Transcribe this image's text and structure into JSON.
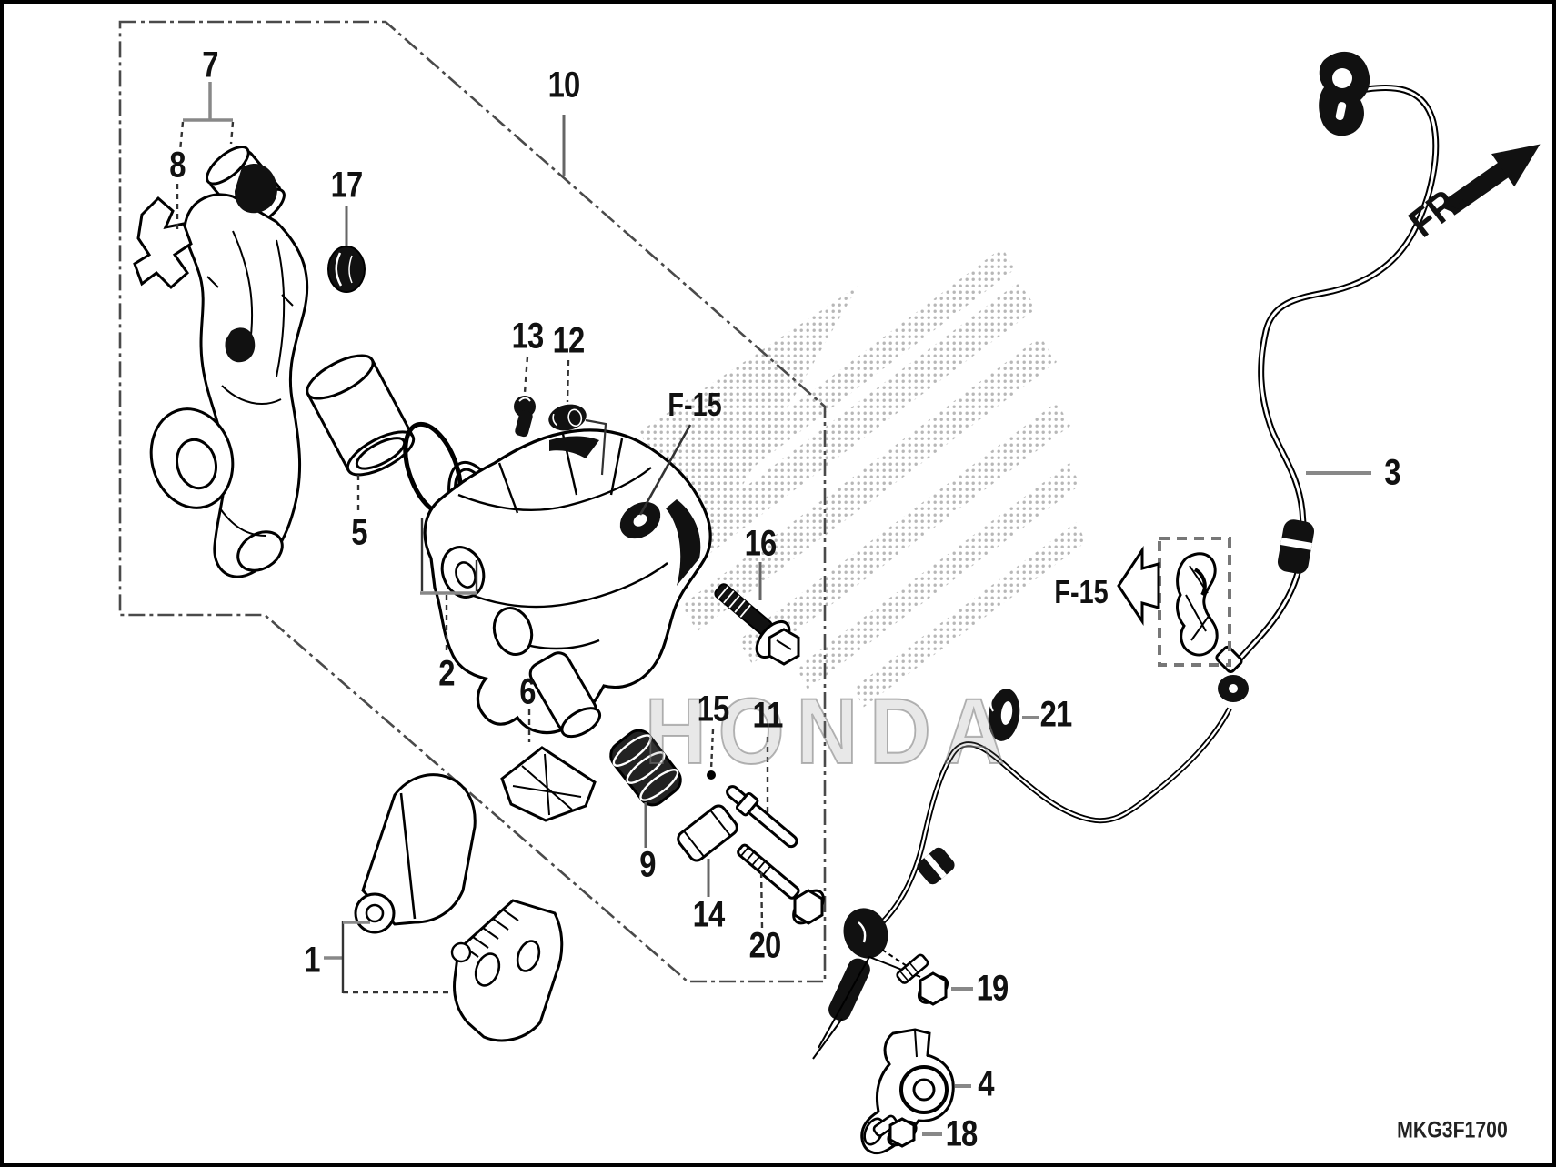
{
  "page": {
    "part_code": "MKG3F1700",
    "watermark_text": "HONDA",
    "fr_label": "FR.",
    "section_label": "F-15"
  },
  "callouts": [
    "1",
    "2",
    "3",
    "4",
    "5",
    "6",
    "7",
    "8",
    "9",
    "10",
    "11",
    "12",
    "13",
    "14",
    "15",
    "16",
    "17",
    "18",
    "19",
    "20",
    "21"
  ]
}
